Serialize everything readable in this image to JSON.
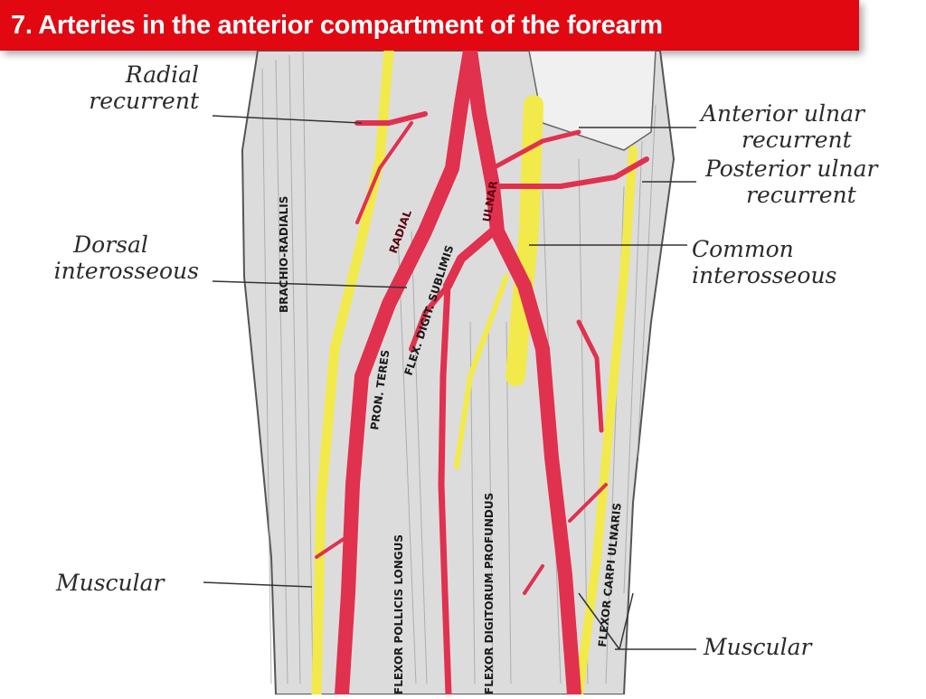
{
  "title": "7. Arteries in the anterior compartment of the forearm",
  "labels": {
    "radial_recurrent": [
      "Radial",
      "recurrent"
    ],
    "dorsal_interosseous": [
      "Dorsal",
      "interosseous"
    ],
    "muscular_left": "Muscular",
    "anterior_ulnar_recurrent": [
      "Anterior ulnar",
      "recurrent"
    ],
    "posterior_ulnar_recurrent": [
      "Posterior ulnar",
      "recurrent"
    ],
    "common_interosseous": [
      "Common",
      "interosseous"
    ],
    "muscular_right": "Muscular"
  },
  "muscle_labels": {
    "brachioradialis": "BRACHIO-RADIALIS",
    "pronator_teres": "PRON. TERES",
    "flexor_digitorum_sublimis": "FLEX. DIGIT. SUBLIMIS",
    "flexor_pollicis_longus": "FLEXOR POLLICIS LONGUS",
    "flexor_digitorum_profundus": "FLEXOR DIGITORUM PROFUNDUS",
    "flexor_carpi_ulnaris": "FLEXOR CARPI ULNARIS",
    "radial_artery": "RADIAL",
    "ulnar_artery": "ULNAR"
  },
  "colors": {
    "title_bg": "#e10812",
    "artery": "#e0314f",
    "nerve": "#f2ea4a",
    "muscle": "#d8d8d8"
  }
}
